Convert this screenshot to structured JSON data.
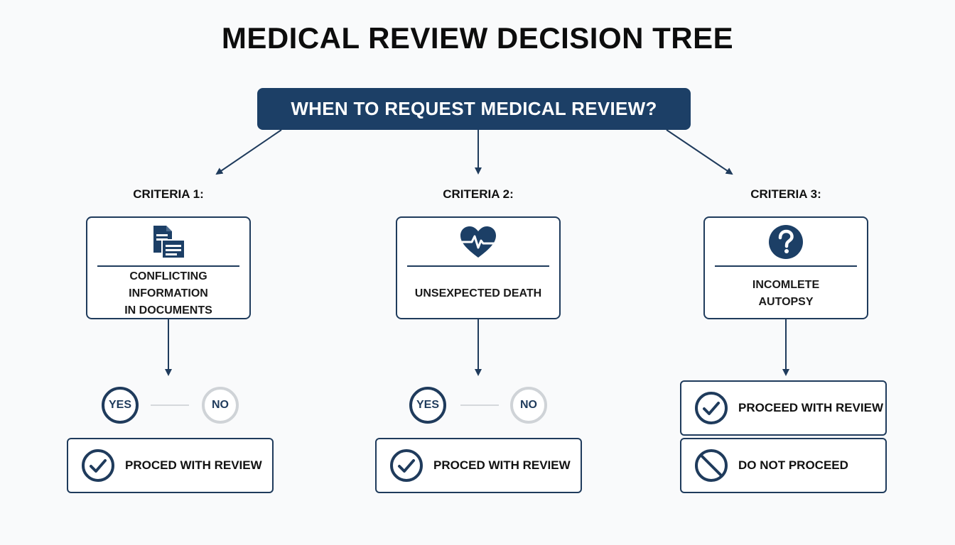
{
  "title": "MEDICAL REVIEW DECISION TREE",
  "root_question": "WHEN TO REQUEST MEDICAL REVIEW?",
  "criteria": [
    {
      "label": "CRITERIA 1:",
      "icon": "documents-icon",
      "text_lines": [
        "CONFLICTING INFORMATION",
        "IN DOCUMENTS"
      ],
      "yes": "YES",
      "no": "NO",
      "results": [
        {
          "icon": "check-circle-icon",
          "label": "PROCED WITH REVIEW"
        }
      ]
    },
    {
      "label": "CRITERIA 2:",
      "icon": "heart-pulse-icon",
      "text_lines": [
        "UNSEXPECTED DEATH"
      ],
      "yes": "YES",
      "no": "NO",
      "results": [
        {
          "icon": "check-circle-icon",
          "label": "PROCED WITH REVIEW"
        }
      ]
    },
    {
      "label": "CRITERIA 3:",
      "icon": "question-circle-icon",
      "text_lines": [
        "INCOMLETE",
        "AUTOPSY"
      ],
      "results": [
        {
          "icon": "check-circle-icon",
          "label": "PROCEED WITH REVIEW"
        },
        {
          "icon": "prohibited-icon",
          "label": "DO NOT PROCEED"
        }
      ]
    }
  ],
  "colors": {
    "primary": "#1c3f66",
    "border": "#1f3b5c",
    "no_ring": "#cfd3d7",
    "background": "#f9fafb"
  }
}
